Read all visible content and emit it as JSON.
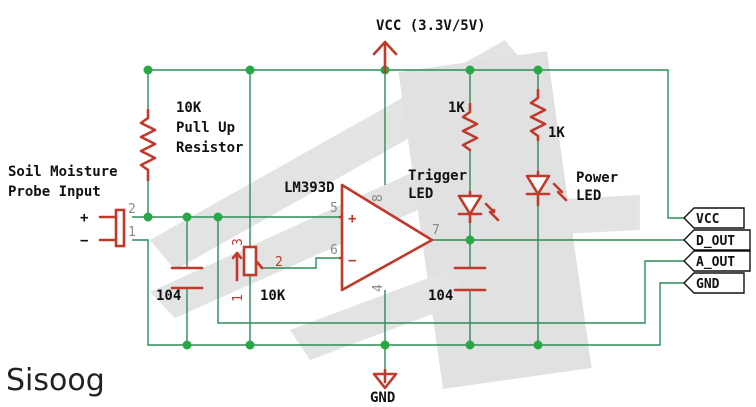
{
  "power": {
    "vcc_label": "VCC (3.3V/5V)",
    "gnd_label": "GND"
  },
  "probe": {
    "title_line1": "Soil Moisture",
    "title_line2": "Probe Input",
    "plus": "+",
    "minus": "−",
    "pin_top": "2",
    "pin_bottom": "1"
  },
  "pullup": {
    "value": "10K",
    "line2": "Pull Up",
    "line3": "Resistor"
  },
  "comparator": {
    "name": "LM393D",
    "plus_sign": "+",
    "minus_sign": "−",
    "pin_plus": "5",
    "pin_minus": "6",
    "pin_out": "7",
    "pin_vcc": "8",
    "pin_gnd": "4"
  },
  "pot": {
    "value": "10K",
    "pin_top": "3",
    "pin_bottom": "1",
    "pin_wiper": "2"
  },
  "cap_left": {
    "value": "104"
  },
  "cap_right": {
    "value": "104"
  },
  "trigger_led": {
    "res_value": "1K",
    "line1": "Trigger",
    "line2": "LED"
  },
  "power_led": {
    "res_value": "1K",
    "line1": "Power",
    "line2": "LED"
  },
  "ports": [
    "VCC",
    "D_OUT",
    "A_OUT",
    "GND"
  ],
  "watermark": {
    "text": "Sisoog"
  },
  "colors": {
    "wire": "#2e8b57",
    "component": "#c0392b",
    "junction": "#27a845"
  }
}
